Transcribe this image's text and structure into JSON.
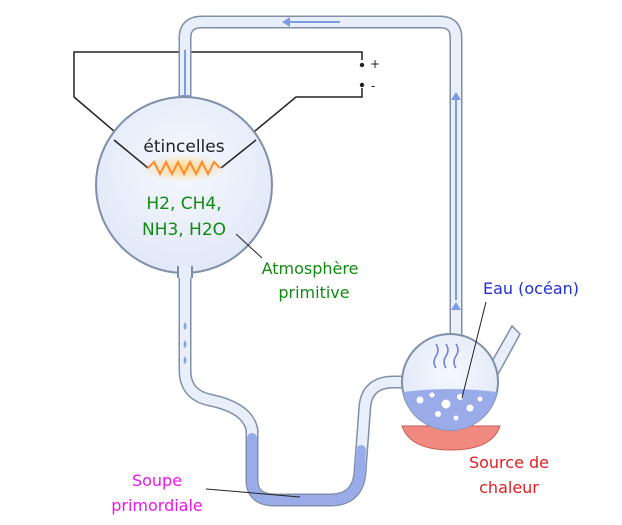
{
  "diagram": {
    "labels": {
      "sparks": "étincelles",
      "gases_line1": "H2, CH4,",
      "gases_line2": "NH3, H2O",
      "atmosphere_line1": "Atmosphère",
      "atmosphere_line2": "primitive",
      "ocean": "Eau (océan)",
      "soup_line1": "Soupe",
      "soup_line2": "primordiale",
      "heat_line1": "Source de",
      "heat_line2": "chaleur",
      "plus": "+",
      "minus": "-"
    },
    "colors": {
      "glass_outline": "#7f8fa8",
      "glass_fill": "#e8eefa",
      "water": "#9aabe9",
      "flow_arrow": "#7f9be6",
      "gas_text": "#118a11",
      "ocean_text": "#1f2fd6",
      "soup_text": "#ea16ea",
      "heat_text": "#df1f1f",
      "heater": "#f08a80",
      "spark": "#ff8a2a"
    }
  }
}
